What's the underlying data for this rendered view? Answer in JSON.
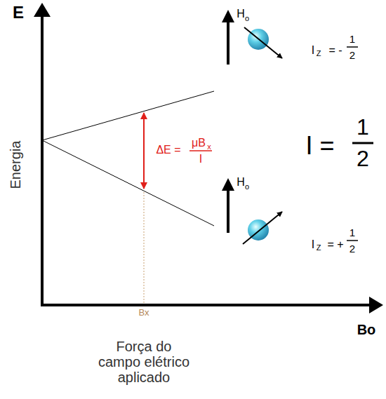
{
  "diagram": {
    "labels": [
      "E",
      "Energia",
      "ΔE =",
      "μB",
      "x",
      "I",
      "H",
      "o",
      "I",
      "Z",
      "= -",
      "1",
      "2",
      "I =",
      "1",
      "2",
      "H",
      "o",
      "I",
      "Z",
      "= +",
      "1",
      "2",
      "Bx",
      "Bo",
      "Força do campo elétrico aplicado"
    ]
  }
}
